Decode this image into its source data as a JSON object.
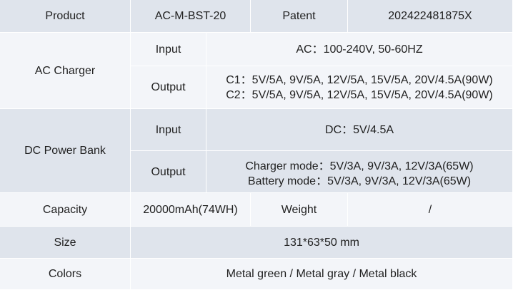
{
  "header": {
    "product_label": "Product",
    "product_value": "AC-M-BST-20",
    "patent_label": "Patent",
    "patent_value": "202422481875X"
  },
  "ac_charger": {
    "label": "AC Charger",
    "input_label": "Input",
    "input_value": "AC：100-240V, 50-60HZ",
    "output_label": "Output",
    "output_line1": "C1：5V/5A, 9V/5A, 12V/5A, 15V/5A, 20V/4.5A(90W)",
    "output_line2": "C2：5V/5A, 9V/5A, 12V/5A, 15V/5A, 20V/4.5A(90W)"
  },
  "dc_power_bank": {
    "label": "DC Power Bank",
    "input_label": "Input",
    "input_value": "DC：5V/4.5A",
    "output_label": "Output",
    "output_line1": "Charger mode：5V/3A, 9V/3A, 12V/3A(65W)",
    "output_line2": "Battery mode：5V/3A, 9V/3A, 12V/3A(65W)"
  },
  "capacity": {
    "label": "Capacity",
    "value": "20000mAh(74WH)",
    "weight_label": "Weight",
    "weight_value": "/"
  },
  "size": {
    "label": "Size",
    "value": "131*63*50 mm"
  },
  "colors": {
    "label": "Colors",
    "value": "Metal green / Metal gray / Metal black"
  },
  "palette": {
    "dark_row": "#dfe4ec",
    "light_row": "#f3f5f9",
    "text": "#1f1f1f"
  }
}
